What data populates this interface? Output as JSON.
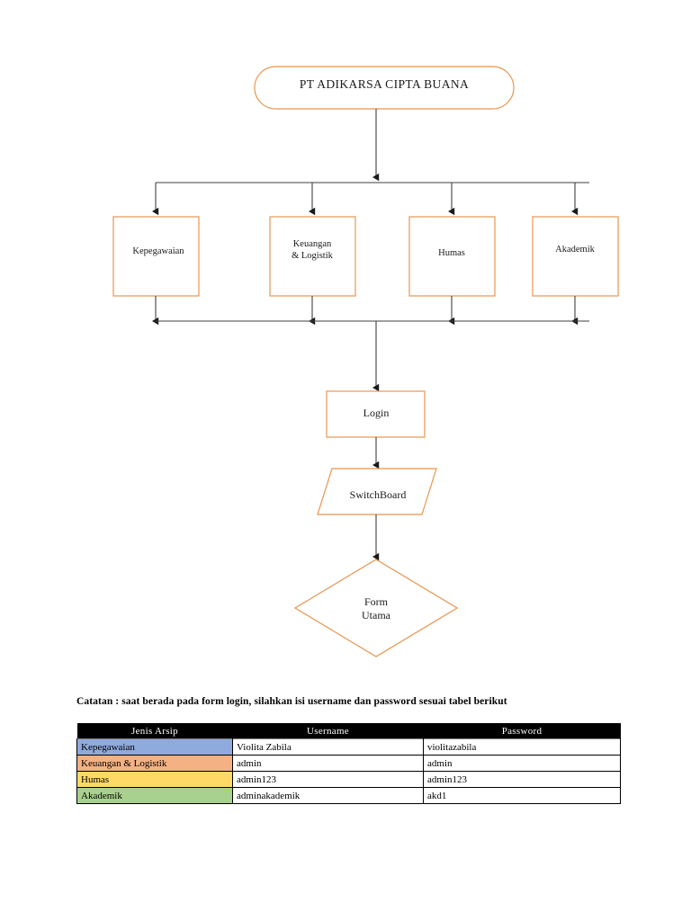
{
  "diagram": {
    "root": {
      "label": "PT ADIKARSA CIPTA BUANA",
      "shape": "stadium"
    },
    "departments": [
      {
        "label": "Kepegawaian",
        "shape": "rect"
      },
      {
        "label": "Keuangan\n& Logistik",
        "shape": "rect"
      },
      {
        "label": "Humas",
        "shape": "rect"
      },
      {
        "label": "Akademik",
        "shape": "rect"
      }
    ],
    "login": {
      "label": "Login",
      "shape": "rect"
    },
    "switchboard": {
      "label": "SwitchBoard",
      "shape": "parallelogram"
    },
    "form": {
      "label": "Form\nUtama",
      "shape": "diamond"
    },
    "colors": {
      "node_stroke": "#E8954F",
      "connector": "#3F3F3F",
      "node_fill": "#FFFFFF",
      "text": "#1A1A1A"
    }
  },
  "note": {
    "text": "Catatan : saat berada pada form login, silahkan isi username dan password sesuai tabel berikut"
  },
  "table": {
    "headers": [
      "Jenis Arsip",
      "Username",
      "Password"
    ],
    "header_background": "#000000",
    "header_text_color": "#FFFFFF",
    "rows": [
      {
        "jenis_arsip": "Kepegawaian",
        "username": "Violita Zabila",
        "password": "violitazabila",
        "color": "#8FAADC"
      },
      {
        "jenis_arsip": "Keuangan & Logistik",
        "username": "admin",
        "password": "admin",
        "color": "#F4B183"
      },
      {
        "jenis_arsip": "Humas",
        "username": "admin123",
        "password": "admin123",
        "color": "#FFD966"
      },
      {
        "jenis_arsip": "Akademik",
        "username": "adminakademik",
        "password": "akd1",
        "color": "#A9D18E"
      }
    ]
  }
}
